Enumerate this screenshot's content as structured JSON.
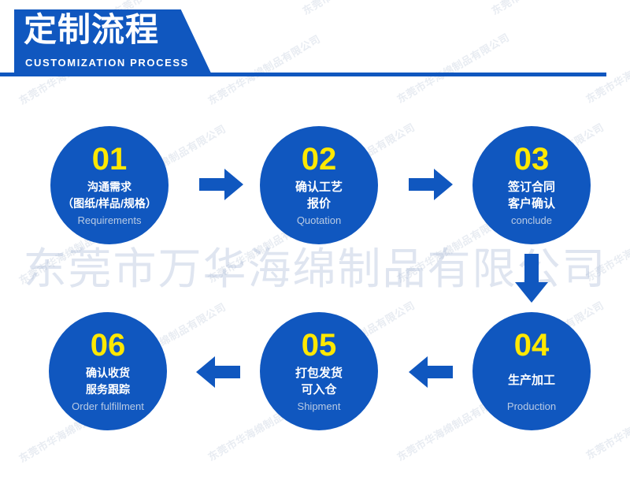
{
  "header": {
    "title": "定制流程",
    "subtitle": "CUSTOMIZATION PROCESS"
  },
  "watermark": {
    "large_text": "东莞市万华海绵制品有限公司",
    "tile_text": "东莞市华海绵制品有限公司"
  },
  "colors": {
    "brand_blue": "#1057bf",
    "number_yellow": "#ffe800",
    "english_label": "#b9cbe4",
    "background": "#ffffff"
  },
  "flow": {
    "steps": [
      {
        "number": "01",
        "cn_line1": "沟通需求",
        "cn_line2": "（图纸/样品/规格）",
        "en": "Requirements"
      },
      {
        "number": "02",
        "cn_line1": "确认工艺",
        "cn_line2": "报价",
        "en": "Quotation"
      },
      {
        "number": "03",
        "cn_line1": "签订合同",
        "cn_line2": "客户确认",
        "en": "conclude"
      },
      {
        "number": "04",
        "cn_line1": "生产加工",
        "cn_line2": "",
        "en": "Production"
      },
      {
        "number": "05",
        "cn_line1": "打包发货",
        "cn_line2": "可入仓",
        "en": "Shipment"
      },
      {
        "number": "06",
        "cn_line1": "确认收货",
        "cn_line2": "服务跟踪",
        "en": "Order fulfillment"
      }
    ],
    "connectors": [
      {
        "direction": "right"
      },
      {
        "direction": "right"
      },
      {
        "direction": "down"
      },
      {
        "direction": "left"
      },
      {
        "direction": "left"
      }
    ]
  }
}
